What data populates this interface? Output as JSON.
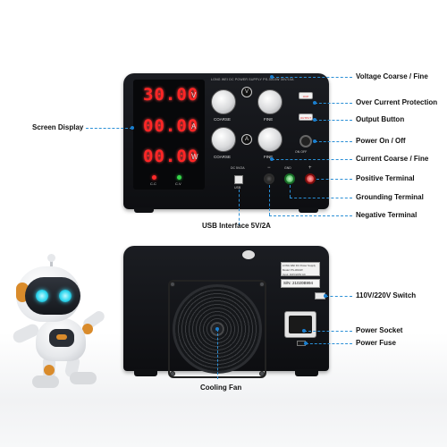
{
  "front_panel": {
    "voltage_reading": "30.00",
    "voltage_unit": "V",
    "current_reading": "00.00",
    "current_unit": "A",
    "power_reading": "00.00",
    "power_unit": "W",
    "cc_label": "C.C",
    "cv_label": "C.V",
    "brand_text": "LONG WEI  DC POWER SUPPLY PS-3010W  30V/10A",
    "coarse_label": "COARSE",
    "fine_label": "FINE",
    "voltage_knob_symbol": "V",
    "current_knob_symbol": "A",
    "ocp_button": "OCP",
    "output_button": "OUTPUT",
    "power_switch_label": "ON  OFF",
    "usb_rating": "DC 5V/2A",
    "usb_label": "USB",
    "gnd_label": "GND",
    "minus_label": "−",
    "plus_label": "+",
    "led_colors": {
      "cc": "#ff2a2a",
      "cv": "#35d64a"
    }
  },
  "back_panel": {
    "serial_number": "S/N: 21020B994",
    "sticker_line1": "LONG WEI DC Power Supply",
    "sticker_line2": "Model: PS-3010W",
    "sticker_line3": "Input: 110V/220V AC"
  },
  "callouts": {
    "voltage_coarse_fine": "Voltage Coarse / Fine",
    "over_current_protection": "Over Current Protection",
    "output_button": "Output Button",
    "power_on_off": "Power On / Off",
    "current_coarse_fine": "Current Coarse / Fine",
    "positive_terminal": "Positive Terminal",
    "grounding_terminal": "Grounding Terminal",
    "negative_terminal": "Negative Terminal",
    "screen_display": "Screen Display",
    "usb_interface": "USB Interface 5V/2A",
    "voltage_switch": "110V/220V  Switch",
    "power_socket": "Power Socket",
    "power_fuse": "Power Fuse",
    "cooling_fan": "Cooling Fan"
  },
  "colors": {
    "callout_line": "#2a8fd6",
    "display_digits": "#ff2626",
    "robot_accent": "#d98b2b",
    "robot_eye": "#31d7ef"
  },
  "icons": {
    "mascot": "robot-mascot-icon",
    "power": "power-icon",
    "fan": "fan-icon"
  }
}
